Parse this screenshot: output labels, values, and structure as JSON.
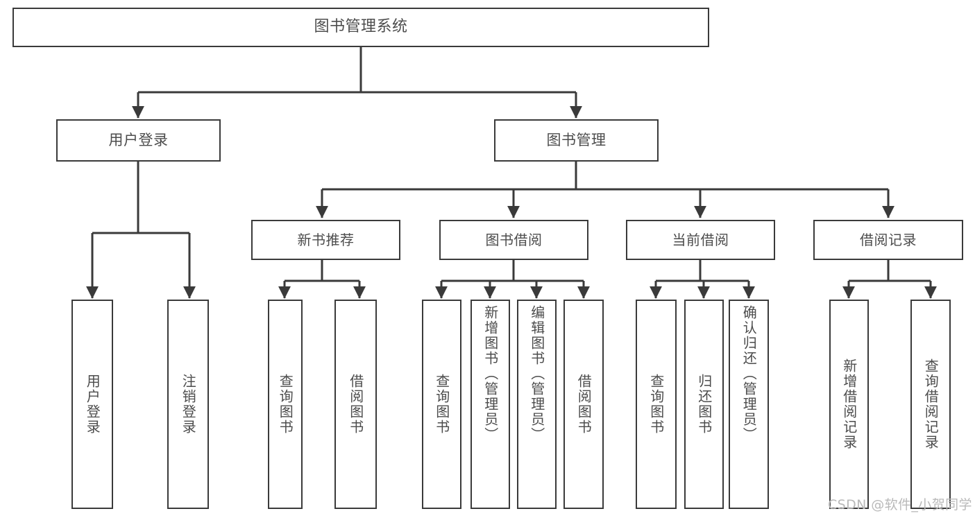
{
  "page": {
    "title": "图书管理系统",
    "type": "hierarchy-diagram",
    "background_color": "#ffffff",
    "line_color": "#3a3a3a",
    "text_color": "#4c4c4c",
    "watermark": "CSDN @软件_小贺同学",
    "watermark_color": "#b9b9b9"
  },
  "nodes": {
    "root": {
      "label": "图书管理系统"
    },
    "level2": [
      {
        "label": "用户登录"
      },
      {
        "label": "图书管理"
      }
    ],
    "level3": [
      {
        "label": "新书推荐"
      },
      {
        "label": "图书借阅"
      },
      {
        "label": "当前借阅"
      },
      {
        "label": "借阅记录"
      }
    ],
    "leaves": [
      {
        "label": "用户登录"
      },
      {
        "label": "注销登录"
      },
      {
        "label": "查询图书"
      },
      {
        "label": "借阅图书"
      },
      {
        "label": "查询图书"
      },
      {
        "label": "新增图书（管理员）"
      },
      {
        "label": "编辑图书（管理员）"
      },
      {
        "label": "借阅图书"
      },
      {
        "label": "查询图书"
      },
      {
        "label": "归还图书"
      },
      {
        "label": "确认归还（管理员）"
      },
      {
        "label": "新增借阅记录"
      },
      {
        "label": "查询借阅记录"
      }
    ]
  },
  "chart_data": {
    "type": "table",
    "title": "图书管理系统 功能结构图",
    "structure": [
      {
        "level": 1,
        "label": "图书管理系统",
        "children": [
          {
            "level": 2,
            "label": "用户登录",
            "children": [
              {
                "level": 3,
                "label": "用户登录"
              },
              {
                "level": 3,
                "label": "注销登录"
              }
            ]
          },
          {
            "level": 2,
            "label": "图书管理",
            "children": [
              {
                "level": 3,
                "label": "新书推荐",
                "children": [
                  {
                    "level": 4,
                    "label": "查询图书"
                  },
                  {
                    "level": 4,
                    "label": "借阅图书"
                  }
                ]
              },
              {
                "level": 3,
                "label": "图书借阅",
                "children": [
                  {
                    "level": 4,
                    "label": "查询图书"
                  },
                  {
                    "level": 4,
                    "label": "新增图书（管理员）"
                  },
                  {
                    "level": 4,
                    "label": "编辑图书（管理员）"
                  },
                  {
                    "level": 4,
                    "label": "借阅图书"
                  }
                ]
              },
              {
                "level": 3,
                "label": "当前借阅",
                "children": [
                  {
                    "level": 4,
                    "label": "查询图书"
                  },
                  {
                    "level": 4,
                    "label": "归还图书"
                  },
                  {
                    "level": 4,
                    "label": "确认归还（管理员）"
                  }
                ]
              },
              {
                "level": 3,
                "label": "借阅记录",
                "children": [
                  {
                    "level": 4,
                    "label": "新增借阅记录"
                  },
                  {
                    "level": 4,
                    "label": "查询借阅记录"
                  }
                ]
              }
            ]
          }
        ]
      }
    ]
  }
}
